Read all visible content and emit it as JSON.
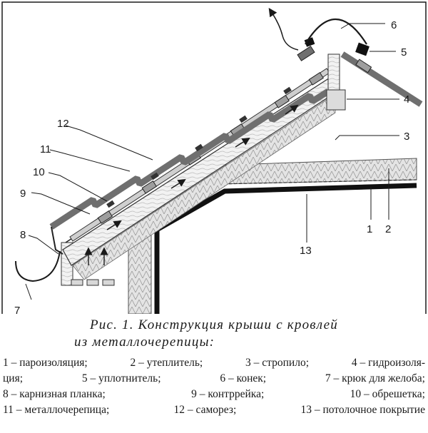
{
  "figure": {
    "title_line1": "Рис. 1. Конструкция крыши с кровлей",
    "title_line2": "из металлочерепицы:",
    "legend_rows": [
      [
        "1 – пароизоляция;",
        "2 – утеплитель;",
        "3 – стропило;",
        "4 – гидроизоля-"
      ],
      [
        "ция;",
        "5 – уплотнитель;",
        "6 – конек;",
        "7 – крюк для желоба;"
      ],
      [
        "8 – карнизная планка;",
        "9 – контррейка;",
        "10 – обрешетка;"
      ],
      [
        "11 – металлочерепица;",
        "12 – саморез;",
        "13 – потолочное покрытие"
      ]
    ]
  },
  "callouts": {
    "c1": "1",
    "c2": "2",
    "c3": "3",
    "c4": "4",
    "c5": "5",
    "c6": "6",
    "c7": "7",
    "c8": "8",
    "c9": "9",
    "c10": "10",
    "c11": "11",
    "c12": "12",
    "c13": "13"
  },
  "colors": {
    "ink": "#1a1a1a",
    "roof_gray": "#7a7a7a",
    "insulation_gray": "#d6d6d6",
    "wood_light": "#efefef"
  }
}
